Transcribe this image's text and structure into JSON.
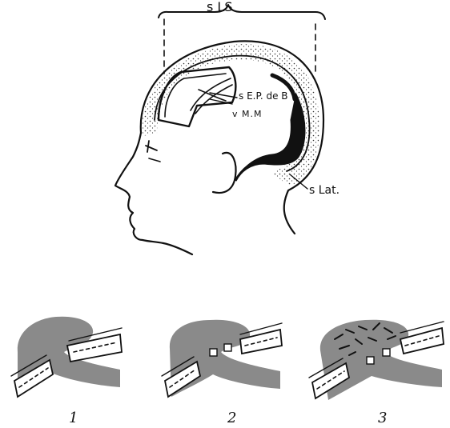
{
  "labels": {
    "top_brace": "s LS",
    "sinus_ep": "s E.P. de B",
    "vein": "v M.M",
    "lateral": "s Lat."
  },
  "panels": [
    {
      "number": "1"
    },
    {
      "number": "2"
    },
    {
      "number": "3"
    }
  ],
  "colors": {
    "ink": "#111111",
    "tissue_gray": "#8a8a8a",
    "stipple": "#333333",
    "background": "#ffffff"
  }
}
